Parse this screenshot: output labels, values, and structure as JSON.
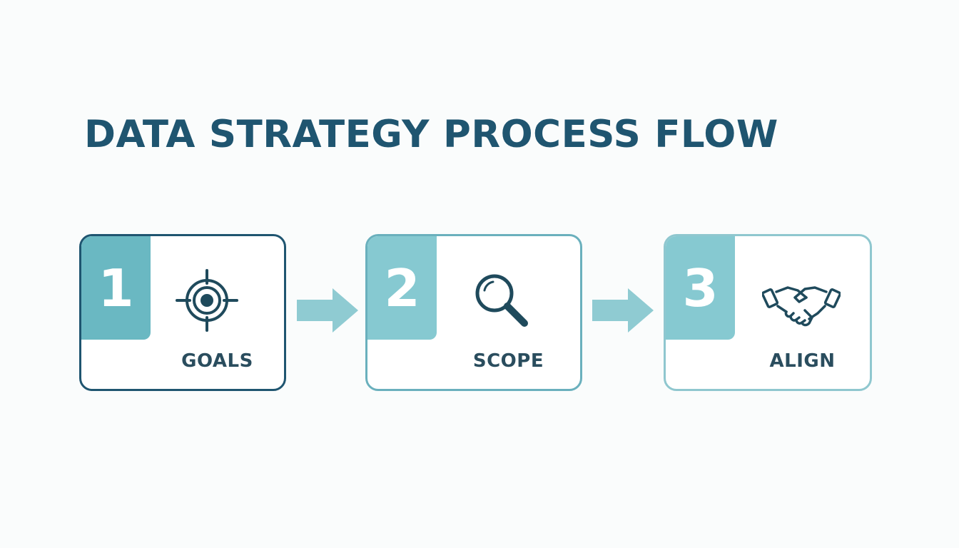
{
  "title": "DATA STRATEGY PROCESS FLOW",
  "colors": {
    "title": "#1f5570",
    "step1_border": "#1f5570",
    "step2_border": "#6ab0bd",
    "step3_border": "#8fc7cf",
    "number_block": "#86c9d1",
    "arrow": "#8fcbd2",
    "icon": "#1f4a5c"
  },
  "steps": [
    {
      "number": "1",
      "label": "GOALS",
      "icon": "target-icon"
    },
    {
      "number": "2",
      "label": "SCOPE",
      "icon": "magnifier-icon"
    },
    {
      "number": "3",
      "label": "ALIGN",
      "icon": "handshake-icon"
    }
  ],
  "arrows": [
    {
      "icon": "right-arrow-icon"
    },
    {
      "icon": "right-arrow-icon"
    }
  ]
}
